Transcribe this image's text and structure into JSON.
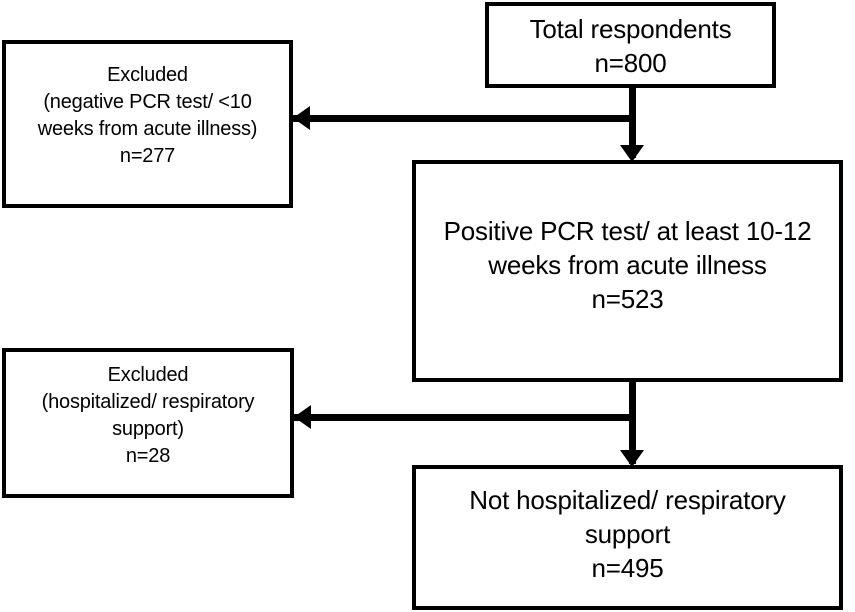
{
  "figure": {
    "type": "flowchart",
    "orientation": "top-down with left exclusion branches",
    "line_color": "#000000",
    "box_fill": "#ffffff",
    "border_color": "#000000"
  },
  "nodes": {
    "total": {
      "name": "total-respondents",
      "lines": [
        "Total respondents",
        "n=800"
      ],
      "label": "Total respondents",
      "count_text": "n=800",
      "count": 800
    },
    "excluded_1": {
      "name": "excluded-negative-pcr",
      "lines": [
        "Excluded",
        "(negative PCR test/ <10",
        "weeks from acute illness)",
        "n=277"
      ],
      "label": "Excluded",
      "reason": "(negative PCR test/ <10 weeks from acute illness)",
      "count_text": "n=277",
      "count": 277
    },
    "positive": {
      "name": "positive-pcr-test",
      "lines": [
        "Positive PCR test/ at least 10-12",
        "weeks from acute illness",
        "n=523"
      ],
      "label": "Positive PCR test/ at least 10-12 weeks from acute illness",
      "count_text": "n=523",
      "count": 523
    },
    "excluded_2": {
      "name": "excluded-hospitalized",
      "lines": [
        "Excluded",
        "(hospitalized/ respiratory",
        "support)",
        "n=28"
      ],
      "label": "Excluded",
      "reason": "(hospitalized/ respiratory support)",
      "count_text": "n=28",
      "count": 28
    },
    "not_hospitalized": {
      "name": "not-hospitalized",
      "lines": [
        "Not hospitalized/ respiratory",
        "support",
        "n=495"
      ],
      "label": "Not hospitalized/ respiratory support",
      "count_text": "n=495",
      "count": 495
    }
  },
  "edges": [
    {
      "name": "total-to-positive",
      "from": "total",
      "to": "positive",
      "direction": "down"
    },
    {
      "name": "total-to-excluded-1",
      "from": "total",
      "to": "excluded_1",
      "direction": "left"
    },
    {
      "name": "positive-to-not-hospitalized",
      "from": "positive",
      "to": "not_hospitalized",
      "direction": "down"
    },
    {
      "name": "positive-to-excluded-2",
      "from": "positive",
      "to": "excluded_2",
      "direction": "left"
    }
  ]
}
